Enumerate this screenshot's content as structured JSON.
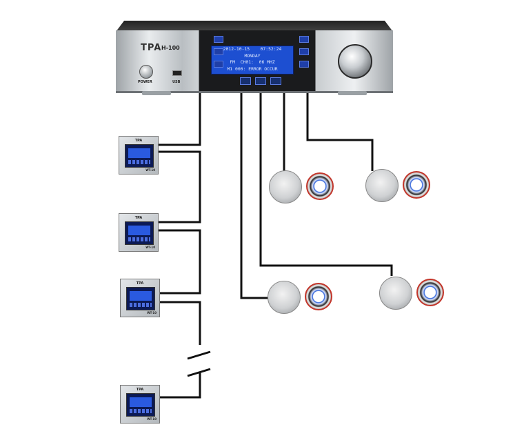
{
  "amplifier": {
    "brand": "TPA",
    "model": "H-100",
    "power_label": "POWER",
    "usb_label": "USB",
    "display_lines": [
      "2012-10-15    07:52:24",
      "MONDAY",
      "FM  CH01:  06 MHZ",
      "M1 000: ERROR OCCUR"
    ]
  },
  "panels": [
    {
      "brand": "TPA",
      "model": "WT-10"
    },
    {
      "brand": "TPA",
      "model": "WT-10"
    },
    {
      "brand": "TPA",
      "model": "WT-10"
    },
    {
      "brand": "TPA",
      "model": "WT-10"
    }
  ],
  "colors": {
    "wire": "#111111",
    "lcd": "#1d4fd1"
  }
}
